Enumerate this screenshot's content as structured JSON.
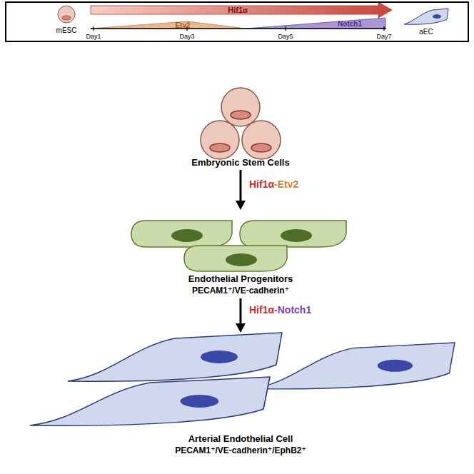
{
  "diagram": {
    "nodes": [
      {
        "text": [
          "mESC",
          "Hif1α",
          "Etv2",
          "Day1",
          "Day3",
          "Day5",
          "Day7",
          "Notch1",
          "aEC"
        ]
      },
      {
        "text": [
          "Embryonic Stem Cells"
        ]
      },
      {
        "text": [
          "Endothelial Progenitors",
          "PECAM1⁺/VE-cadherin⁺"
        ]
      },
      {
        "text": [
          "Arterial Endothelial Cell",
          "PECAM1⁺/VE-cadherin⁺/EphB2⁺"
        ]
      }
    ],
    "edges": [
      {
        "from": 1,
        "to": 2,
        "arrow": "to",
        "label": "Hif1α-Etv2"
      },
      {
        "from": 2,
        "to": 3,
        "arrow": "to",
        "label": "Hif1α-Notch1"
      }
    ]
  }
}
